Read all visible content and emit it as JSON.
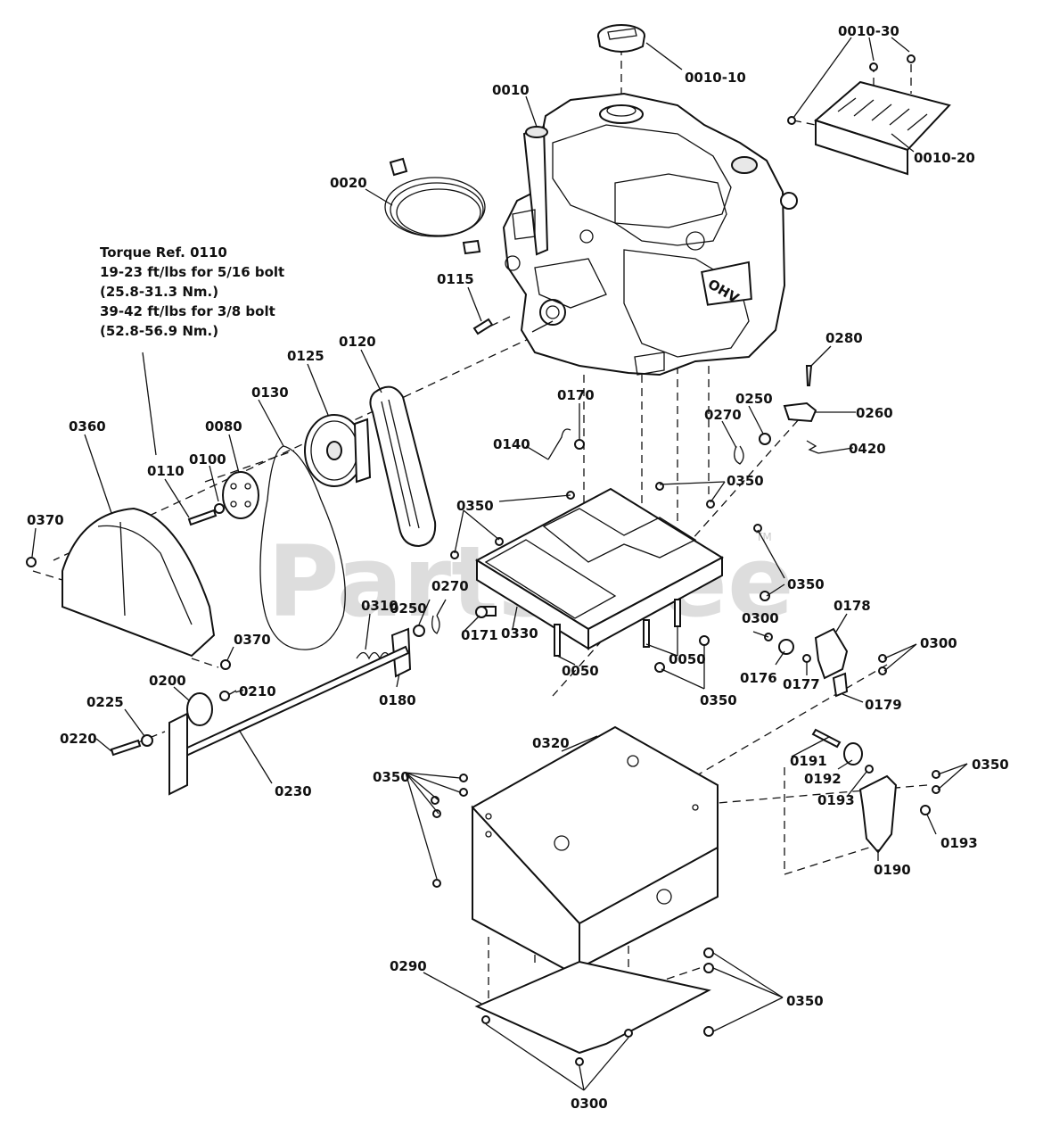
{
  "watermark": {
    "text": "PartsTree",
    "tm": "TM"
  },
  "torque_note": {
    "line1": "Torque Ref. 0110",
    "line2": "19-23 ft/lbs for 5/16 bolt",
    "line3": "(25.8-31.3 Nm.)",
    "line4": "39-42 ft/lbs for 3/8 bolt",
    "line5": "(52.8-56.9 Nm.)"
  },
  "engine_label": "OHV",
  "callouts": {
    "c0010_10": "0010-10",
    "c0010": "0010",
    "c0010_30": "0010-30",
    "c0010_20": "0010-20",
    "c0020": "0020",
    "c0115": "0115",
    "c0120": "0120",
    "c0125": "0125",
    "c0130": "0130",
    "c0080": "0080",
    "c0100": "0100",
    "c0110": "0110",
    "c0360": "0360",
    "c0370a": "0370",
    "c0370b": "0370",
    "c0280": "0280",
    "c0170": "0170",
    "c0250a": "0250",
    "c0270a": "0270",
    "c0260": "0260",
    "c0140": "0140",
    "c0420": "0420",
    "c0350a": "0350",
    "c0350b": "0350",
    "c0350c": "0350",
    "c0350d": "0350",
    "c0350e": "0350",
    "c0350f": "0350",
    "c0350g": "0350",
    "c0250b": "0250",
    "c0270b": "0270",
    "c0310": "0310",
    "c0171": "0171",
    "c0330": "0330",
    "c0050a": "0050",
    "c0050b": "0050",
    "c0300a": "0300",
    "c0178": "0178",
    "c0300b": "0300",
    "c0176": "0176",
    "c0177": "0177",
    "c0179": "0179",
    "c0180": "0180",
    "c0200": "0200",
    "c0210": "0210",
    "c0225": "0225",
    "c0220": "0220",
    "c0230": "0230",
    "c0320": "0320",
    "c0191": "0191",
    "c0192": "0192",
    "c0193a": "0193",
    "c0193b": "0193",
    "c0190": "0190",
    "c0290": "0290",
    "c0300c": "0300"
  }
}
